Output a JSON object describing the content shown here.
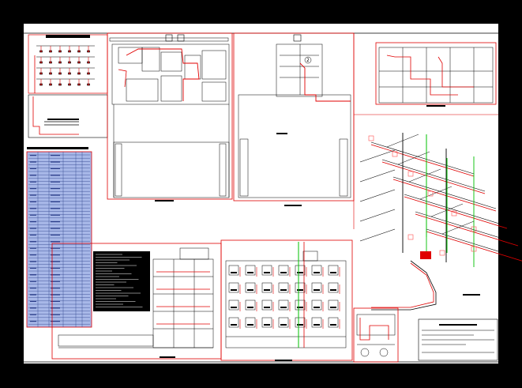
{
  "viewer": {
    "background_color": "#000000",
    "sheet_color": "#ffffff",
    "frame_color": "#e00000",
    "line_color": "#000000",
    "pipe_red": "#e00000",
    "pipe_green": "#00c000",
    "pipe_pink": "#ff5050"
  },
  "sheet": {
    "views": [
      {
        "name": "riser-diagram-small"
      },
      {
        "name": "riser-detail-small"
      },
      {
        "name": "fixture-schedule-table"
      },
      {
        "name": "floor-plan-left"
      },
      {
        "name": "floor-plan-center"
      },
      {
        "name": "floor-plan-right"
      },
      {
        "name": "isometric-piping"
      },
      {
        "name": "section-left"
      },
      {
        "name": "elevation-front"
      },
      {
        "name": "tank-detail"
      },
      {
        "name": "title-block"
      }
    ],
    "plan_marker_labels": [
      "2"
    ]
  }
}
